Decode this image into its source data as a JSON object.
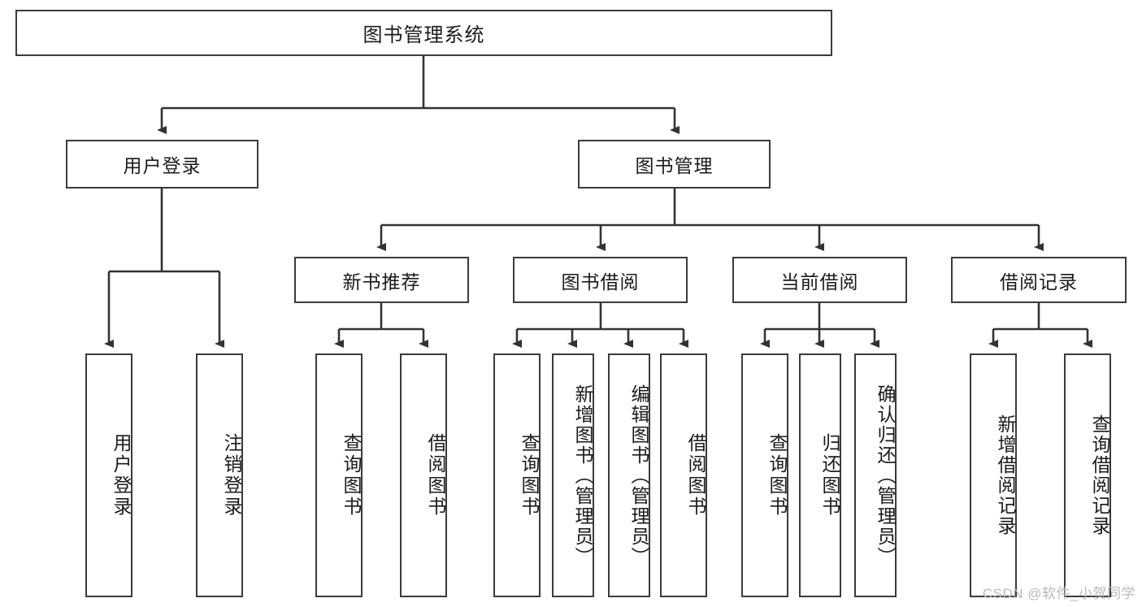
{
  "diagram": {
    "title": "图书管理系统",
    "watermark": "CSDN @软件_小贺同学",
    "colors": {
      "box_border": "#3b3b3b",
      "box_fill": "#ffffff",
      "connector": "#333333",
      "text": "#1b1b1b",
      "watermark": "#b9b9b9",
      "background": "#ffffff"
    },
    "root": {
      "label": "图书管理系统"
    },
    "level2": [
      {
        "label": "用户登录"
      },
      {
        "label": "图书管理"
      }
    ],
    "level3": [
      {
        "label": "新书推荐"
      },
      {
        "label": "图书借阅"
      },
      {
        "label": "当前借阅"
      },
      {
        "label": "借阅记录"
      }
    ],
    "leaves": {
      "user_login": [
        {
          "label": "用户登录"
        },
        {
          "label": "注销登录"
        }
      ],
      "new_book_recommend": [
        {
          "label": "查询图书"
        },
        {
          "label": "借阅图书"
        }
      ],
      "book_borrow": [
        {
          "label": "查询图书"
        },
        {
          "label": "新增图书（管理员）"
        },
        {
          "label": "编辑图书（管理员）"
        },
        {
          "label": "借阅图书"
        }
      ],
      "current_borrow": [
        {
          "label": "查询图书"
        },
        {
          "label": "归还图书"
        },
        {
          "label": "确认归还（管理员）"
        }
      ],
      "borrow_record": [
        {
          "label": "新增借阅记录"
        },
        {
          "label": "查询借阅记录"
        }
      ]
    }
  }
}
